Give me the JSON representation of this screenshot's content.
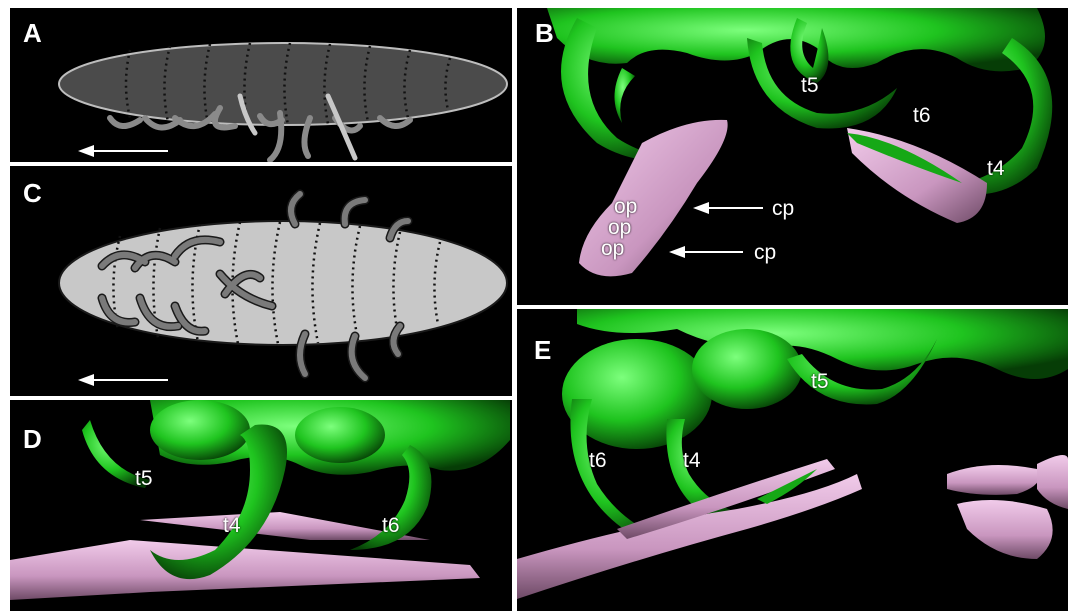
{
  "panels": {
    "A": {
      "label": "A"
    },
    "B": {
      "label": "B",
      "annotations": {
        "t5": "t5",
        "t6": "t6",
        "t4": "t4",
        "op1": "op",
        "op2": "op",
        "op3": "op",
        "cp1": "cp",
        "cp2": "cp"
      }
    },
    "C": {
      "label": "C"
    },
    "D": {
      "label": "D",
      "annotations": {
        "t5": "t5",
        "t4": "t4",
        "t6": "t6"
      }
    },
    "E": {
      "label": "E",
      "annotations": {
        "t5": "t5",
        "t6": "t6",
        "t4": "t4"
      }
    }
  },
  "colors": {
    "background": "#000000",
    "leg_green": "#1fd21f",
    "ovipositor_pink": "#d9a8cf",
    "body_dark": "#4a4a4a",
    "body_light": "#c8c8c8",
    "leg_gray": "#7a7a7a"
  }
}
